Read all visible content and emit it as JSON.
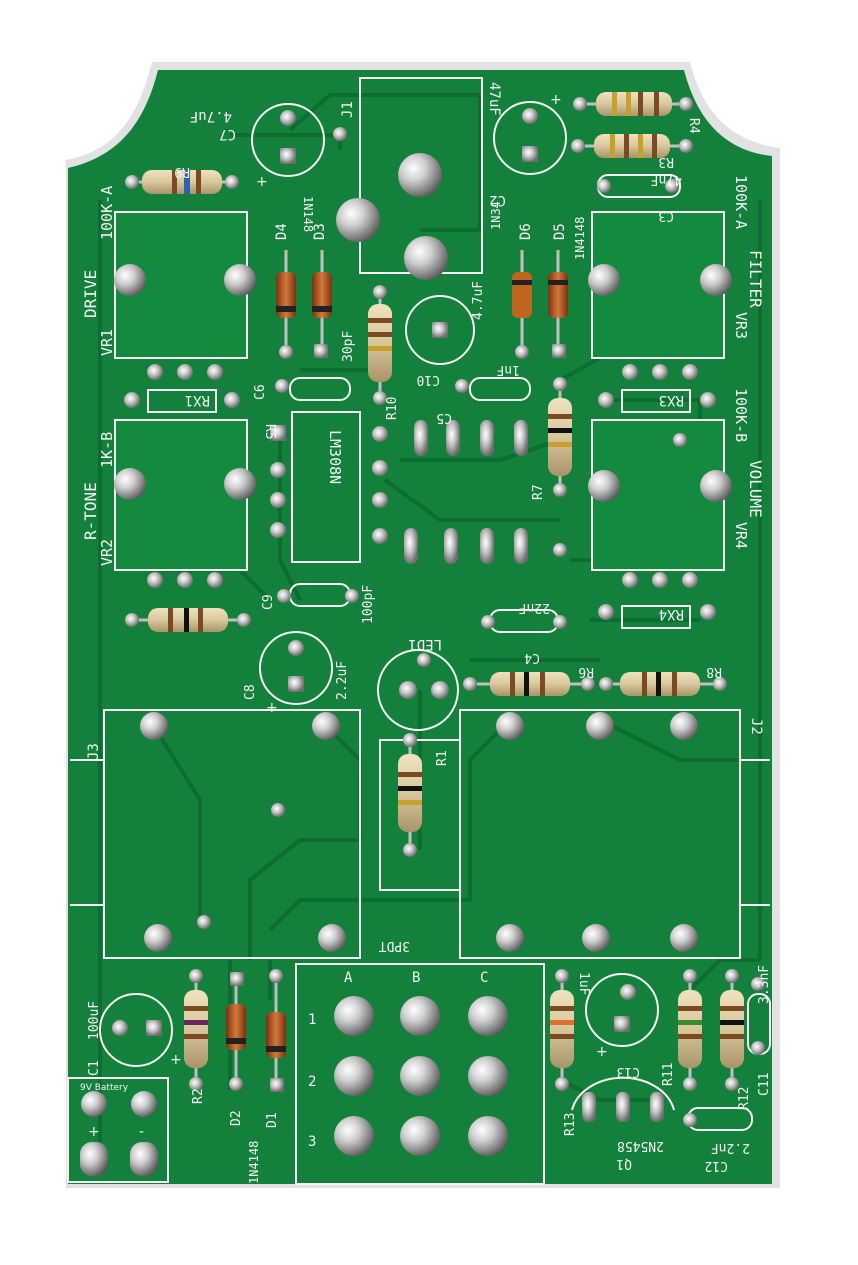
{
  "board": {
    "colors": {
      "solder_mask": "#13803c",
      "solder_mask_dark": "#0d6a30",
      "trace": "#0e5f2a",
      "silkscreen": "#f4f4f4",
      "pad": "#d9d9d9",
      "resistor_body": "#d8c8a0",
      "diode_body": "#b8501c",
      "chip": "#1b7a3c"
    },
    "labels": {
      "drive": "DRIVE",
      "drive_value": "100K-A",
      "vr1": "VR1",
      "rtone": "R-TONE",
      "rtone_value": "1K-B",
      "vr2": "VR2",
      "filter": "FILTER",
      "filter_value": "100K-A",
      "vr3": "VR3",
      "volume": "VOLUME",
      "volume_value": "100K-B",
      "vr4": "VR4",
      "rx1": "RX1",
      "rx3": "RX3",
      "rx4": "RX4",
      "ic": "LM308N",
      "c7": "C7",
      "c7_value": "4.7uF",
      "j1": "J1",
      "c2": "C2",
      "c2_value": "47uF",
      "r4": "R4",
      "r3": "R3",
      "c3": "C3",
      "c3_value": "47nF",
      "r9": "R9",
      "d4": "D4",
      "d3": "D3",
      "d34_type": "1N148",
      "d6": "D6",
      "d6_type": "1N34",
      "d5": "D5",
      "d5_type": "1N4148",
      "c10": "C10",
      "c10_value": "4.7uF",
      "c5": "C5",
      "c5_value": "1nF",
      "c6": "C6",
      "c6_value": "30pF",
      "r10": "R10",
      "r5": "R5",
      "r7": "R7",
      "c9": "C9",
      "c9_value": "100pF",
      "c4": "C4",
      "c4_value": "22nF",
      "led": "LED1",
      "r6": "R6",
      "r8": "R8",
      "c8": "C8",
      "c8_value": "2.2uF",
      "r1": "R1",
      "j3": "J3",
      "j2": "J2",
      "c1": "C1",
      "c1_value": "100uF",
      "battery": "9V Battery",
      "r2": "R2",
      "d2": "D2",
      "d1": "D1",
      "d12_type": "1N4148",
      "switch": "3PDT",
      "col_a": "A",
      "col_b": "B",
      "col_c": "C",
      "row_1": "1",
      "row_2": "2",
      "row_3": "3",
      "c13": "C13",
      "c13_value": "1uF",
      "r13": "R13",
      "q1": "Q1",
      "q1_type": "2N5458",
      "r11": "R11",
      "r12": "R12",
      "c11": "C11",
      "c11_value": "3.3nF",
      "c12": "C12",
      "c12_value": "2.2nF",
      "plus": "+",
      "minus": "-"
    }
  }
}
